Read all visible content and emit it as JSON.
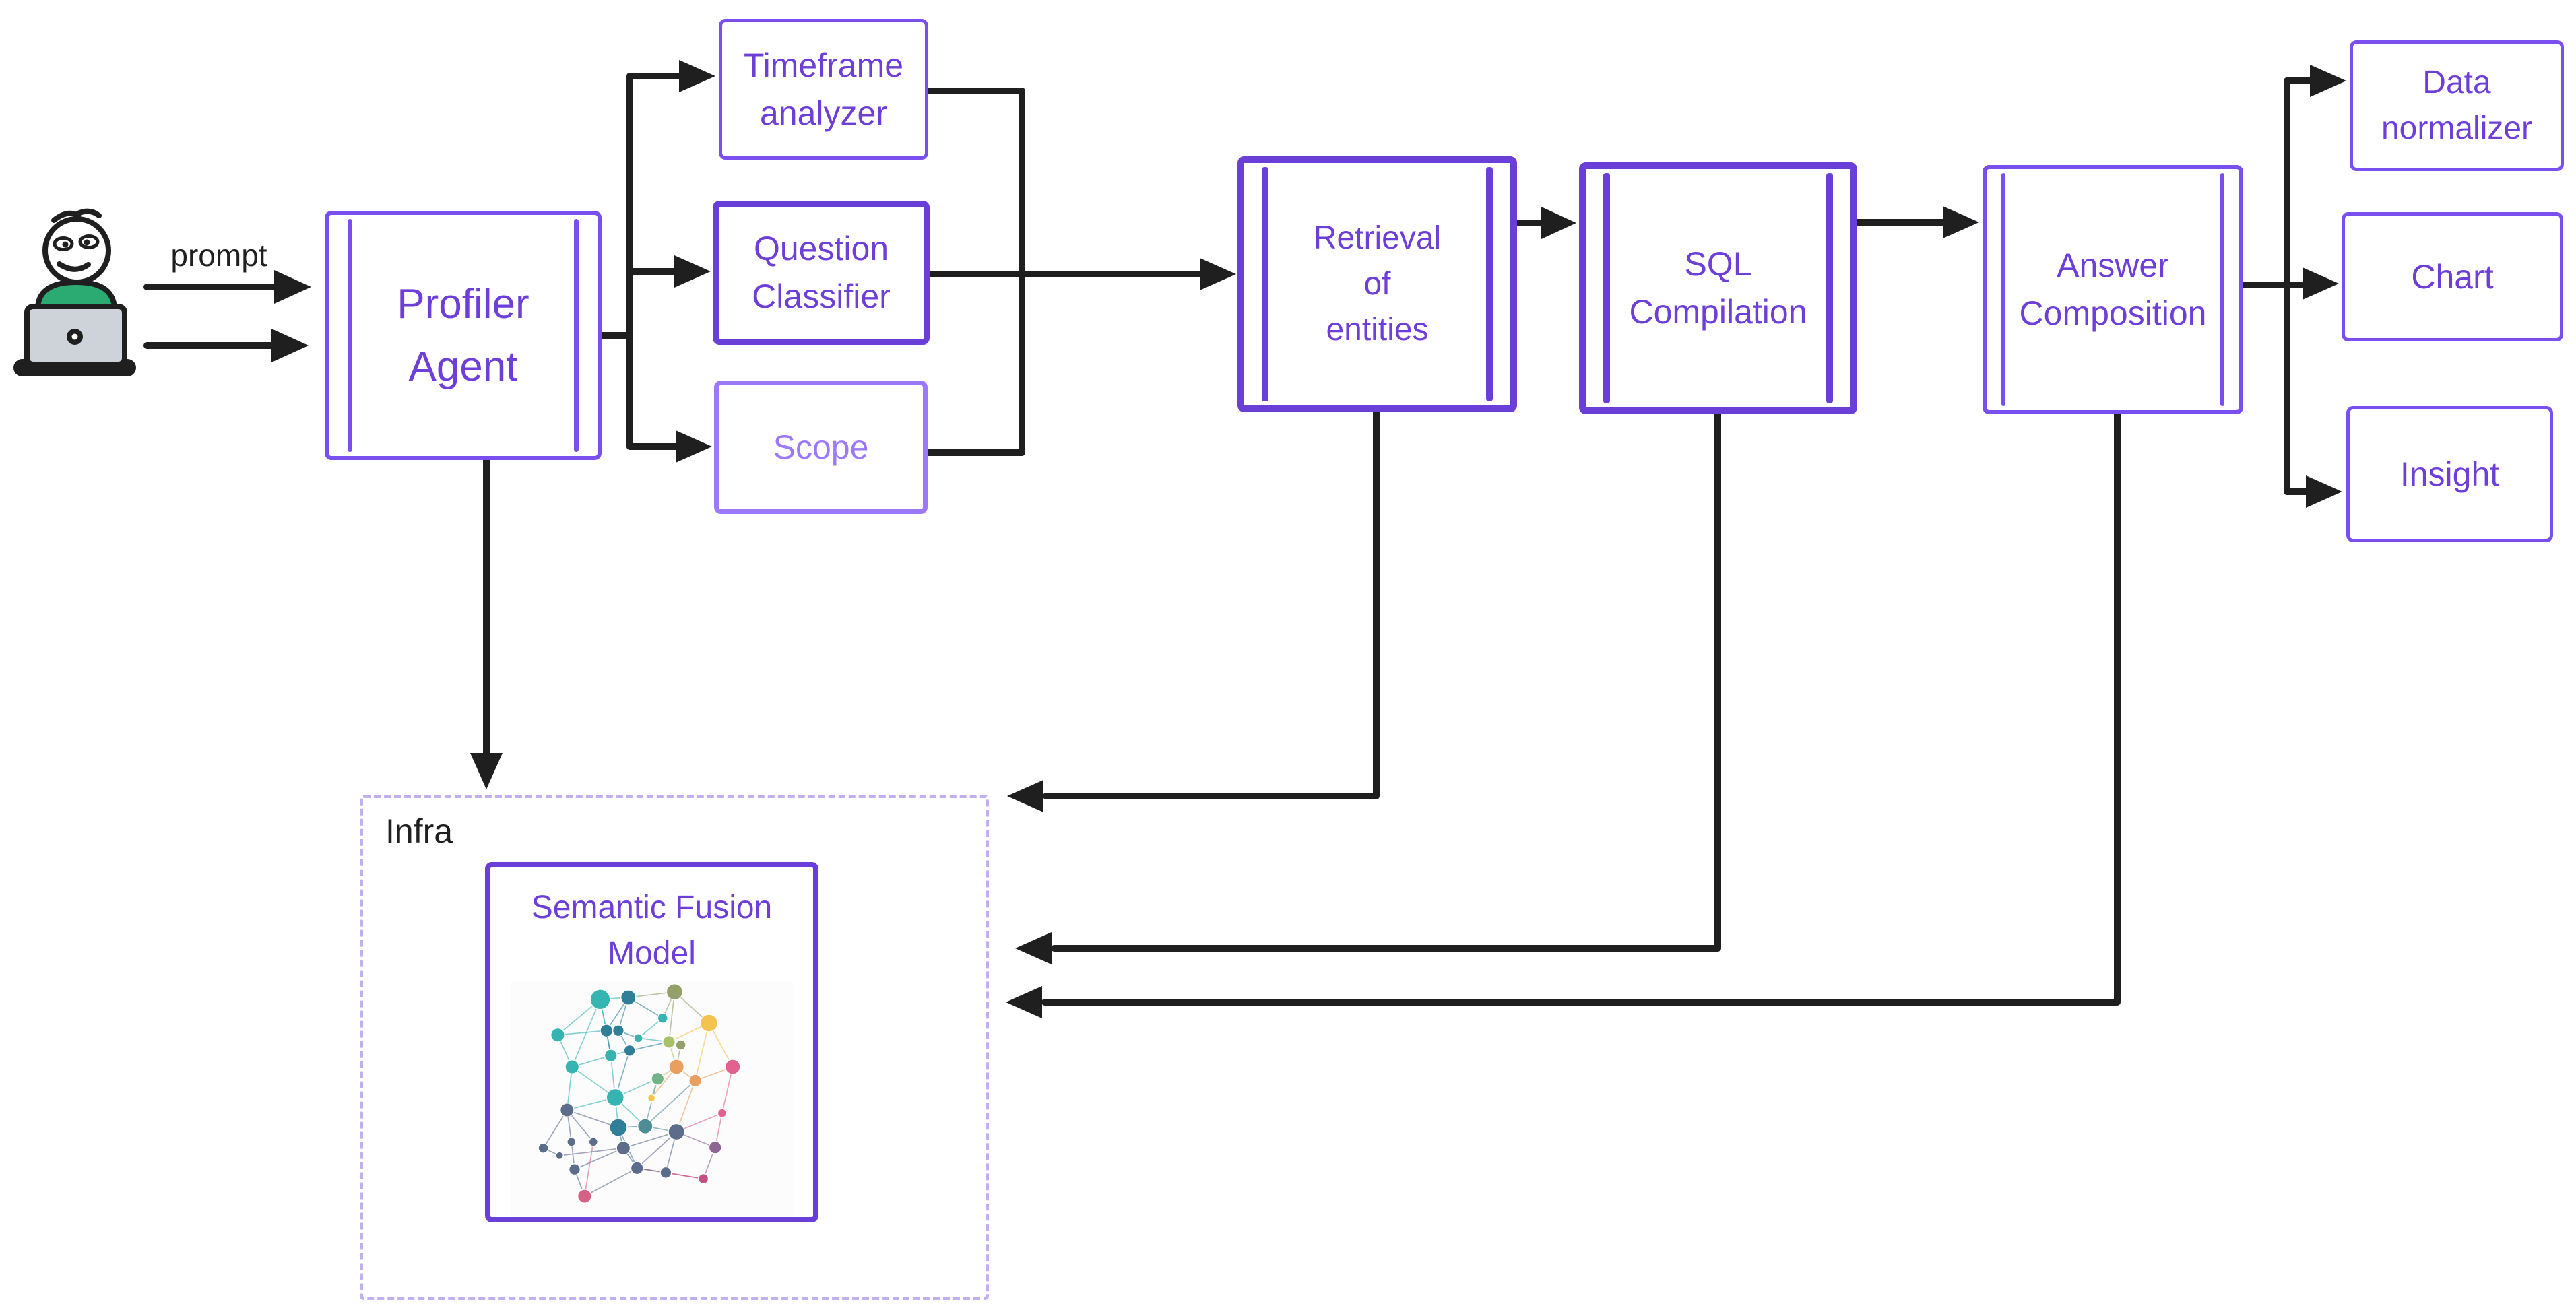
{
  "colors": {
    "ink": "#1f1f1f",
    "violet_deep": "#6a3fd8",
    "violet_mid": "#7a4ff0",
    "violet_light": "#9b79fa",
    "label_violet": "#6d3fd8",
    "infra_dash": "#c0b0f0",
    "shirt_green": "#2bab72",
    "laptop_gray": "#ced3da"
  },
  "labels": {
    "prompt": "prompt",
    "infra": "Infra"
  },
  "nodes": {
    "profiler_agent": {
      "lines": [
        "Profiler",
        "Agent"
      ]
    },
    "timeframe_analyzer": {
      "lines": [
        "Timeframe",
        "analyzer"
      ]
    },
    "question_classifier": {
      "lines": [
        "Question",
        "Classifier"
      ]
    },
    "scope": {
      "lines": [
        "Scope"
      ]
    },
    "retrieval_of_entities": {
      "lines": [
        "Retrieval",
        "of",
        "entities"
      ]
    },
    "sql_compilation": {
      "lines": [
        "SQL",
        "Compilation"
      ]
    },
    "answer_composition": {
      "lines": [
        "Answer",
        "Composition"
      ]
    },
    "data_normalizer": {
      "lines": [
        "Data",
        "normalizer"
      ]
    },
    "chart": {
      "lines": [
        "Chart"
      ]
    },
    "insight": {
      "lines": [
        "Insight"
      ]
    },
    "semantic_fusion_model": {
      "lines": [
        "Semantic Fusion",
        "Model"
      ]
    }
  }
}
